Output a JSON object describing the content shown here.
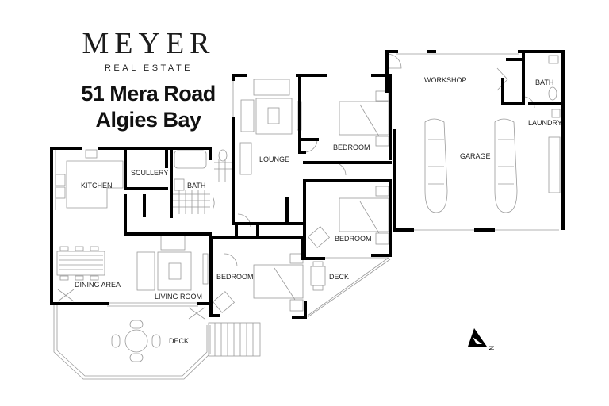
{
  "brand": {
    "name": "MEYER",
    "subtitle": "REAL ESTATE"
  },
  "address": {
    "line1": "51 Mera Road",
    "line2": "Algies Bay"
  },
  "rooms": {
    "kitchen": "KITCHEN",
    "scullery": "SCULLERY",
    "bath_main": "BATH",
    "lounge": "LOUNGE",
    "bedroom_1": "BEDROOM",
    "bedroom_2": "BEDROOM",
    "bedroom_3": "BEDROOM",
    "dining_area": "DINING AREA",
    "living_room": "LIVING ROOM",
    "deck_main": "DECK",
    "deck_side": "DECK",
    "workshop": "WORKSHOP",
    "garage": "GARAGE",
    "bath_garage": "BATH",
    "laundry": "LAUNDRY"
  },
  "compass": {
    "icon": "north-arrow-icon",
    "label": "N"
  },
  "colors": {
    "wall": "#000000",
    "fixture": "#9a9a9a",
    "text": "#222222",
    "background": "#ffffff"
  }
}
